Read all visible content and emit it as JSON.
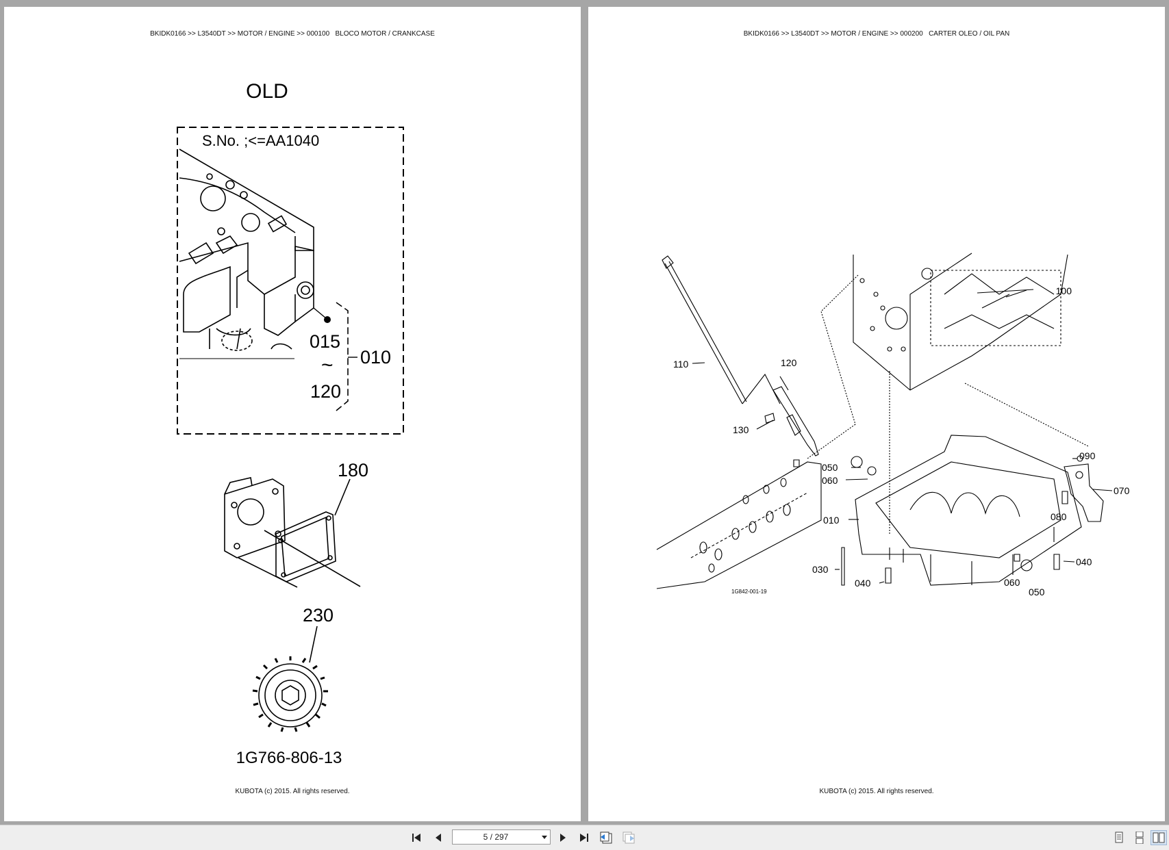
{
  "left_page": {
    "header": "BKIDK0166 >> L3540DT >> MOTOR / ENGINE >> 000100   BLOCO MOTOR / CRANKCASE",
    "footer": "KUBOTA (c) 2015. All rights reserved.",
    "title": "OLD",
    "serial_label": "S.No. ;<=AA1040",
    "callouts": {
      "c015": "015",
      "tilde": "~",
      "c120": "120",
      "c010": "010",
      "c180": "180",
      "c230": "230"
    },
    "part_number": "1G766-806-13"
  },
  "right_page": {
    "header": "BKIDK0166 >> L3540DT >> MOTOR / ENGINE >> 000200   CARTER OLEO / OIL PAN",
    "footer": "KUBOTA (c) 2015. All rights reserved.",
    "callouts": {
      "c100": "100",
      "c110": "110",
      "c120": "120",
      "c130": "130",
      "c090": "090",
      "c070": "070",
      "c080": "080",
      "c050a": "050",
      "c060a": "060",
      "c010": "010",
      "c030": "030",
      "c040a": "040",
      "c040b": "040",
      "c060b": "060",
      "c050b": "050"
    },
    "drawing_code": "1G842-001-19"
  },
  "toolbar": {
    "page_indicator": "5 / 297",
    "icons": {
      "first": "first-page-icon",
      "prev": "previous-page-icon",
      "next": "next-page-icon",
      "last": "last-page-icon",
      "back": "back-view-icon",
      "forward": "forward-view-icon",
      "single": "single-page-view-icon",
      "continuous": "continuous-view-icon",
      "facing": "facing-pages-view-icon"
    }
  }
}
